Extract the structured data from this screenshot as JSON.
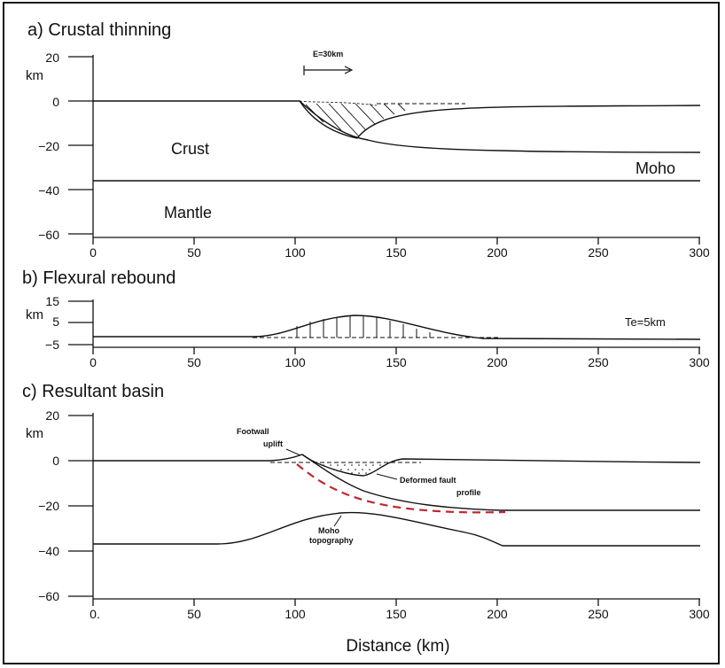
{
  "xaxis": {
    "ticks": [
      "0",
      "50",
      "100",
      "150",
      "200",
      "250",
      "300"
    ],
    "panel_c_ticks": [
      "0.",
      "50",
      "100",
      "150",
      "200",
      "250",
      "300"
    ],
    "label": "Distance (km)"
  },
  "panel_a": {
    "title": "a) Crustal thinning",
    "unit": "km",
    "yticks": [
      "20",
      "0",
      "−20",
      "−40",
      "−60"
    ],
    "extension": "E=30km",
    "crust": "Crust",
    "mantle": "Mantle",
    "moho": "Moho"
  },
  "panel_b": {
    "title": "b) Flexural rebound",
    "unit": "km",
    "yticks": [
      "15",
      "5",
      "−5"
    ],
    "te": "Te=5km"
  },
  "panel_c": {
    "title": "c) Resultant basin",
    "unit": "km",
    "yticks": [
      "20",
      "0",
      "−20",
      "−40",
      "−60"
    ],
    "footwall_1": "Footwall",
    "footwall_2": "uplift",
    "fault_1": "Deformed fault",
    "fault_2": "profile",
    "moho_1": "Moho",
    "moho_2": "topography"
  },
  "colors": {
    "ink": "#111111",
    "fault": "#c0272d"
  }
}
